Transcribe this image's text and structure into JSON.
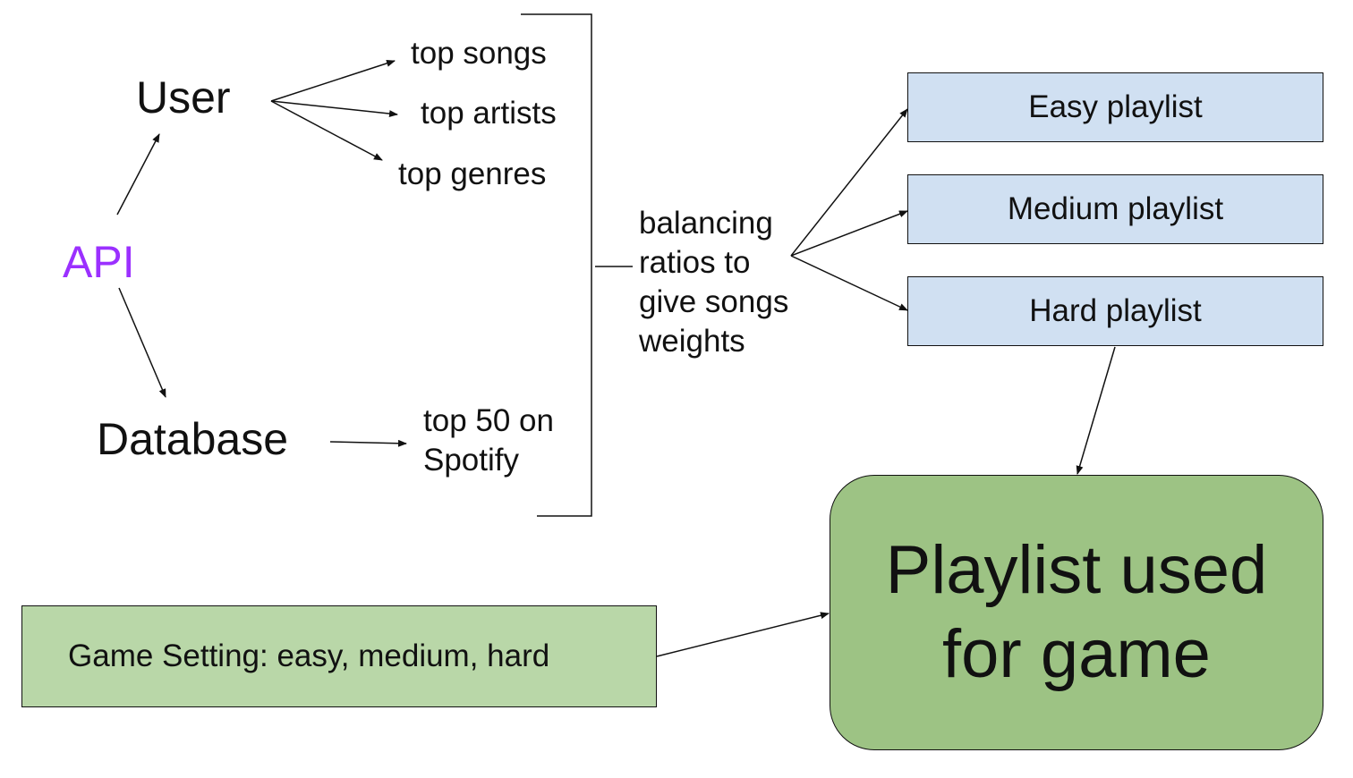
{
  "diagram": {
    "nodes": {
      "api": "API",
      "user": "User",
      "database": "Database",
      "top_songs": "top songs",
      "top_artists": "top artists",
      "top_genres": "top genres",
      "top_50": "top 50 on Spotify",
      "balancing": "balancing ratios to give songs weights",
      "easy": "Easy playlist",
      "medium": "Medium playlist",
      "hard": "Hard playlist",
      "game_setting": "Game Setting: easy, medium, hard",
      "final": "Playlist used for game"
    },
    "colors": {
      "api_text": "#9b30ff",
      "playlist_fill": "#d0e0f2",
      "setting_fill": "#b9d7a8",
      "final_fill": "#9dc384",
      "line": "#111111"
    }
  }
}
